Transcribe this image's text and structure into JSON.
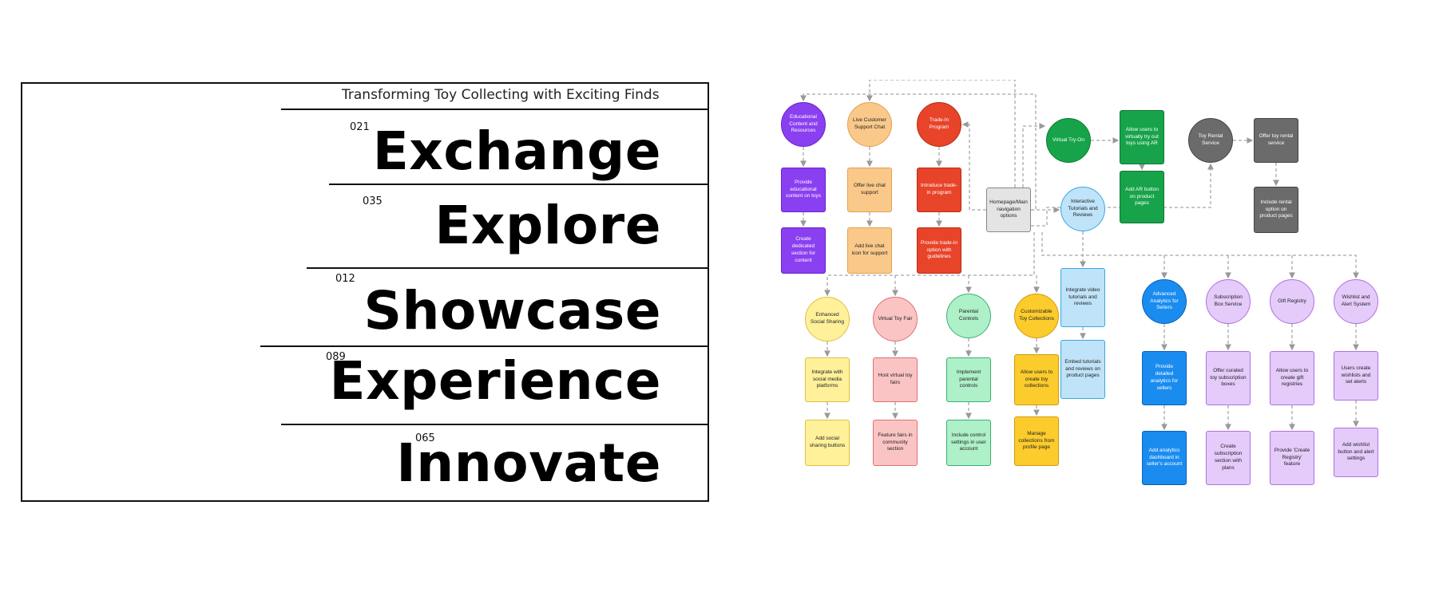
{
  "card": {
    "title": "Transforming Toy Collecting with Exciting Finds",
    "rows": [
      {
        "code": "021",
        "word": "Exchange"
      },
      {
        "code": "035",
        "word": "Explore"
      },
      {
        "code": "012",
        "word": "Showcase"
      },
      {
        "code": "089",
        "word": "Experience"
      },
      {
        "code": "065",
        "word": "Innovate"
      }
    ]
  },
  "diagram": {
    "colors": {
      "purple": "#8a3ff0",
      "orange": "#fac98a",
      "red": "#e8442a",
      "green": "#17a34a",
      "gray": "#6b6b6b",
      "blue": "#1a8cf0",
      "lightblue": "#bfe3f8",
      "lightgray": "#e4e4e4",
      "yellow": "#fff09a",
      "pink": "#fbc4c4",
      "mint": "#aef0c8",
      "gold": "#fccc2c",
      "lavender": "#e4cbfa"
    },
    "nodes": {
      "educational": "Educational Content and Resources",
      "educational_1": "Provide educational content on toys",
      "educational_2": "Create dedicated section for content",
      "chat": "Live Customer Support Chat",
      "chat_1": "Offer live chat support",
      "chat_2": "Add live chat icon for support",
      "trade": "Trade-In Program",
      "trade_1": "Introduce trade-in program",
      "trade_2": "Provide trade-in option with guidelines",
      "home": "Homepage/Main navigation options",
      "tryon": "Virtual Try-On",
      "tryon_1": "Allow users to virtually try out toys using AR",
      "tryon_2": "Add AR button on product pages",
      "rental": "Toy Rental Service",
      "rental_1": "Offer toy rental service",
      "rental_2": "Include rental option on product pages",
      "tutorials": "Interactive Tutorials and Reviews",
      "tutorials_1": "Integrate video tutorials and reviews",
      "tutorials_2": "Embed tutorials and reviews on product pages",
      "social": "Enhanced Social Sharing",
      "social_1": "Integrate with social media platforms",
      "social_2": "Add social sharing buttons",
      "fair": "Virtual Toy Fair",
      "fair_1": "Host virtual toy fairs",
      "fair_2": "Feature fairs in community section",
      "parental": "Parental Controls",
      "parental_1": "Implement parental controls",
      "parental_2": "Include control settings in user account",
      "custom": "Customizable Toy Collections",
      "custom_1": "Allow users to create toy collections",
      "custom_2": "Manage collections from profile page",
      "analytics": "Advanced Analytics for Sellers",
      "analytics_1": "Provide detailed analytics for sellers",
      "analytics_2": "Add analytics dashboard in seller's account",
      "subscription": "Subscription Box Service",
      "subscription_1": "Offer curated toy subscription boxes",
      "subscription_2": "Create subscription section with plans",
      "gift": "Gift Registry",
      "gift_1": "Allow users to create gift registries",
      "gift_2": "Provide 'Create Registry' feature",
      "wishlist": "Wishlist and Alert System",
      "wishlist_1": "Users create wishlists and set alerts",
      "wishlist_2": "Add wishlist button and alert settings"
    }
  }
}
